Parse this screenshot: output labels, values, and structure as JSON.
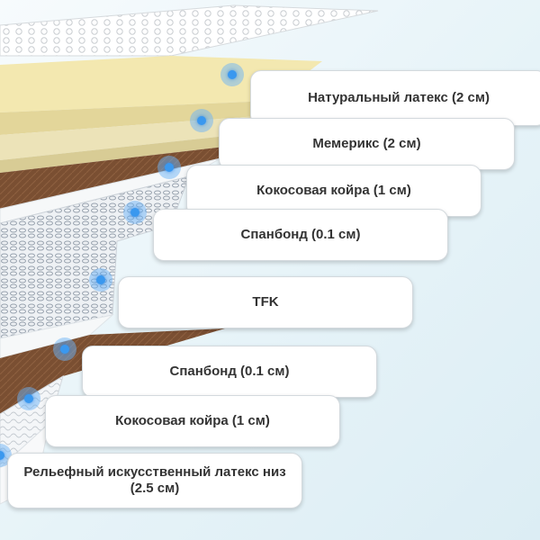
{
  "layers": [
    {
      "id": "natural-latex",
      "label": "Натуральный латекс (2 см)"
    },
    {
      "id": "memorix",
      "label": "Мемерикс (2 см)"
    },
    {
      "id": "coir-top",
      "label": "Кокосовая койра (1 см)"
    },
    {
      "id": "spunbond-top",
      "label": "Спанбонд (0.1 см)"
    },
    {
      "id": "tfk",
      "label": "TFK"
    },
    {
      "id": "spunbond-bottom",
      "label": "Спанбонд (0.1 см)"
    },
    {
      "id": "coir-bottom",
      "label": "Кокосовая койра (1 см)"
    },
    {
      "id": "relief-latex",
      "label": "Рельефный искусственный латекс низ (2.5 см)"
    }
  ],
  "colors": {
    "marker": "#3a98ef",
    "latex": "#f3e8b0",
    "memory_foam": "#eadfb0",
    "coir": "#7a4f32",
    "spunbond": "#f5f7f8",
    "springs": "#c8cdd4"
  }
}
